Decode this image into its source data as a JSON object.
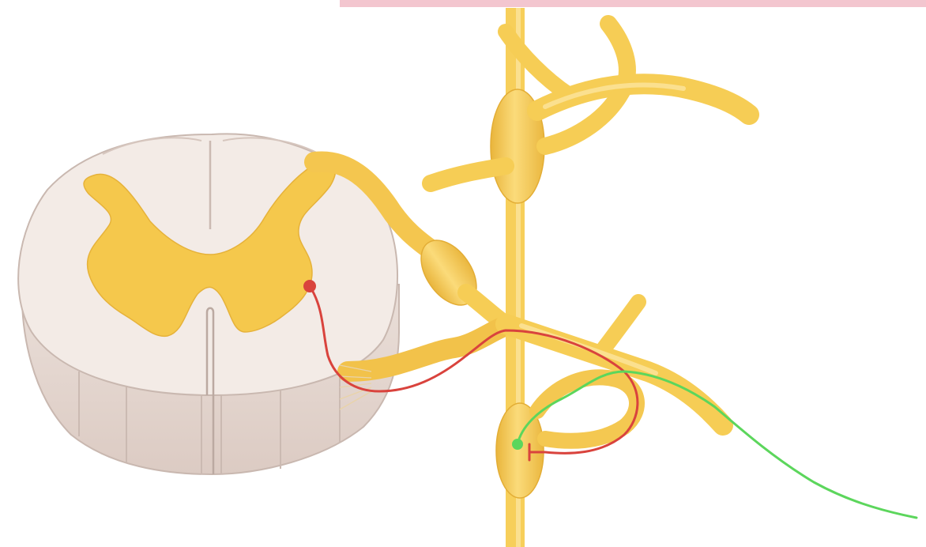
{
  "diagram": {
    "colors": {
      "background": "#ffffff",
      "banner": "#f3c6cf",
      "spinal_white_matter": "#f3ebe6",
      "spinal_side": "#e6d8d2",
      "spinal_outline": "#c9b8b0",
      "gray_matter": "#f5c84c",
      "nerve": "#f7cf5a",
      "nerve_highlight": "#fbe08f",
      "nerve_shadow": "#e6b23a",
      "preganglionic_fiber": "#d9433d",
      "postganglionic_fiber": "#5cd65c"
    },
    "fibers": [
      {
        "name": "preganglionic",
        "color": "red",
        "start_marker": "dot",
        "end_marker": "synapse"
      },
      {
        "name": "postganglionic",
        "color": "green",
        "start_marker": "dot",
        "end_marker": "none"
      }
    ]
  }
}
